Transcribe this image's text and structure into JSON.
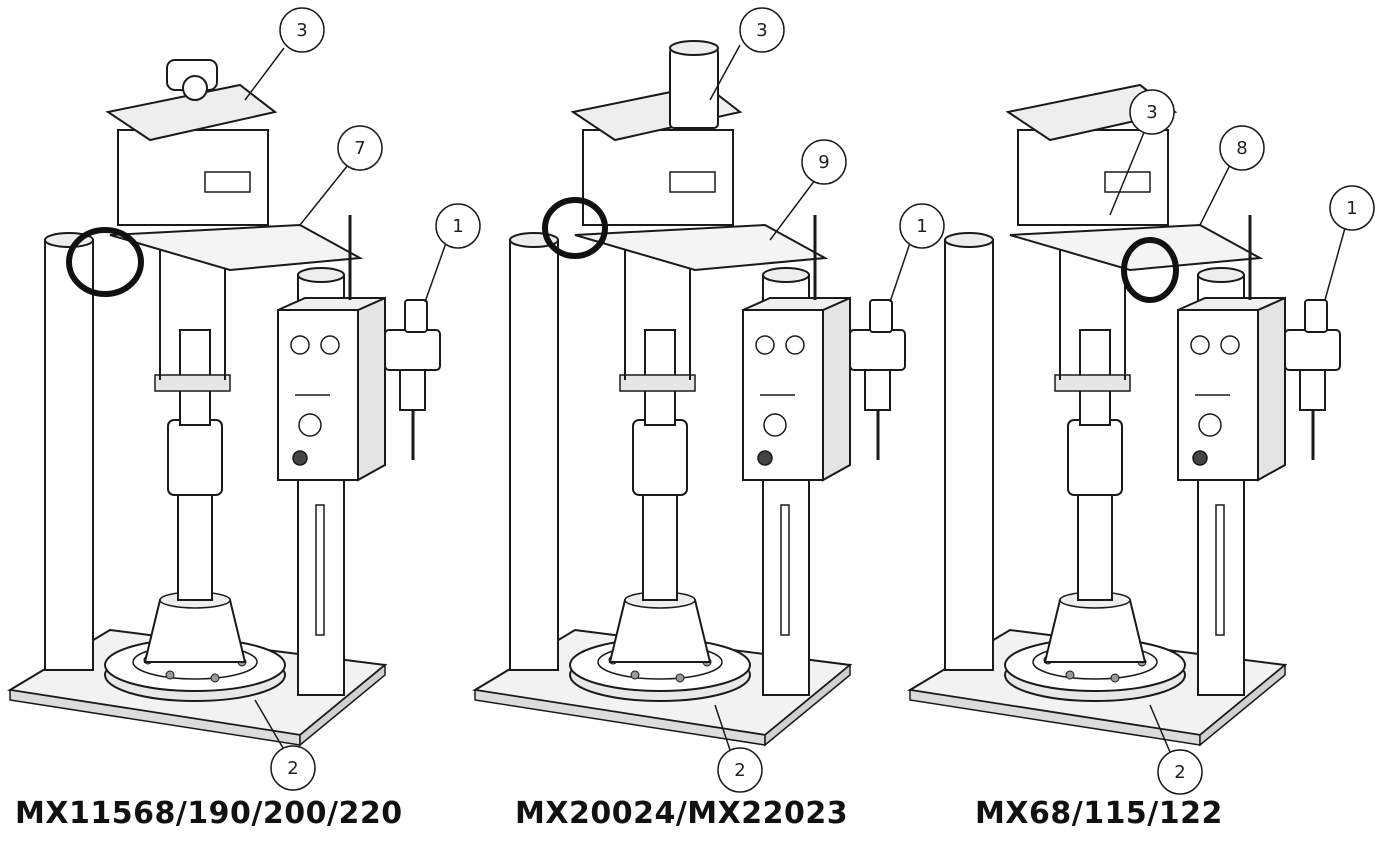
{
  "diagram": {
    "colors": {
      "stroke": "#1a1a1a",
      "fill": "#ffffff",
      "shade": "#e6e6e6"
    },
    "units": [
      {
        "model_label": "MX11568/190/200/220",
        "callouts": [
          "3",
          "7",
          "1",
          "2"
        ]
      },
      {
        "model_label": "MX20024/MX22023",
        "callouts": [
          "3",
          "9",
          "1",
          "2"
        ]
      },
      {
        "model_label": "MX68/115/122",
        "callouts": [
          "3",
          "8",
          "1",
          "2"
        ]
      }
    ]
  }
}
